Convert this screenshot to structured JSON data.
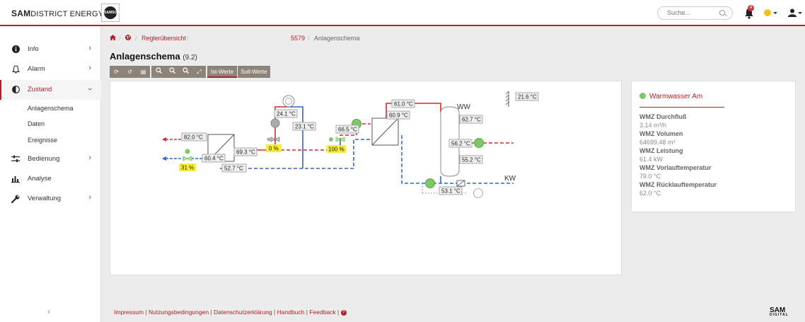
{
  "header": {
    "brand_bold": "SAM",
    "brand_rest": "DISTRICT ENERGY",
    "logo_text": "SAMSON",
    "search_placeholder": "Suche...",
    "notification_count": "4",
    "status_color": "#f2c21b"
  },
  "sidebar": {
    "items": [
      {
        "label": "Info",
        "icon": "info-icon"
      },
      {
        "label": "Alarm",
        "icon": "bell-icon"
      },
      {
        "label": "Zustand",
        "icon": "half-circle-icon"
      },
      {
        "label": "Bedienung",
        "icon": "sliders-icon"
      },
      {
        "label": "Analyse",
        "icon": "bar-chart-icon"
      },
      {
        "label": "Verwaltung",
        "icon": "wrench-icon"
      }
    ],
    "sub_items": [
      "Anlagenschema",
      "Daten",
      "Ereignisse"
    ]
  },
  "breadcrumb": {
    "regler": "Reglerübersicht",
    "id": "5579",
    "page": "Anlagenschema"
  },
  "page": {
    "title": "Anlagenschema",
    "version": "(9.2)"
  },
  "tabs": {
    "ist": "Ist-Werte",
    "soll": "Soll-Werte"
  },
  "diagram": {
    "labels": {
      "ww": "WW",
      "kw": "KW"
    },
    "readings": {
      "t1": "82.0 °C",
      "t2": "60.4 °C",
      "t3": "69.3 °C",
      "t4": "52.7 °C",
      "t5": "24.1 °C",
      "t6": "23.1 °C",
      "t7": "66.5 °C",
      "t8": "61.0 °C",
      "t9": "60.9 °C",
      "t10": "62.7 °C",
      "t11": "56.2 °C",
      "t12": "55.2 °C",
      "t13": "53.1 °C",
      "t14": "21.6 °C",
      "v1": "31 %",
      "v2": "0 %",
      "v3": "100 %"
    },
    "colors": {
      "supply": "#d42a2a",
      "return": "#2f66c9",
      "highlight": "#f6ee3a",
      "pump_on": "#7cc964"
    }
  },
  "panel": {
    "title": "Warmwasser Am",
    "rows": [
      {
        "label": "WMZ Durchfluß",
        "value": "3.14 m³/h"
      },
      {
        "label": "WMZ Volumen",
        "value": "64699.48 m³"
      },
      {
        "label": "WMZ Leistung",
        "value": "61.4 kW"
      },
      {
        "label": "WMZ Vorlauftemperatur",
        "value": "79.0 °C"
      },
      {
        "label": "WMZ Rücklauftemperatur",
        "value": "62.0 °C"
      }
    ]
  },
  "footer": {
    "links": [
      "Impressum",
      "Nutzungsbedingungen",
      "Datenschutzerklärung",
      "Handbuch",
      "Feedback"
    ],
    "logo": "SAM",
    "logo_sub": "DIGITAL"
  }
}
